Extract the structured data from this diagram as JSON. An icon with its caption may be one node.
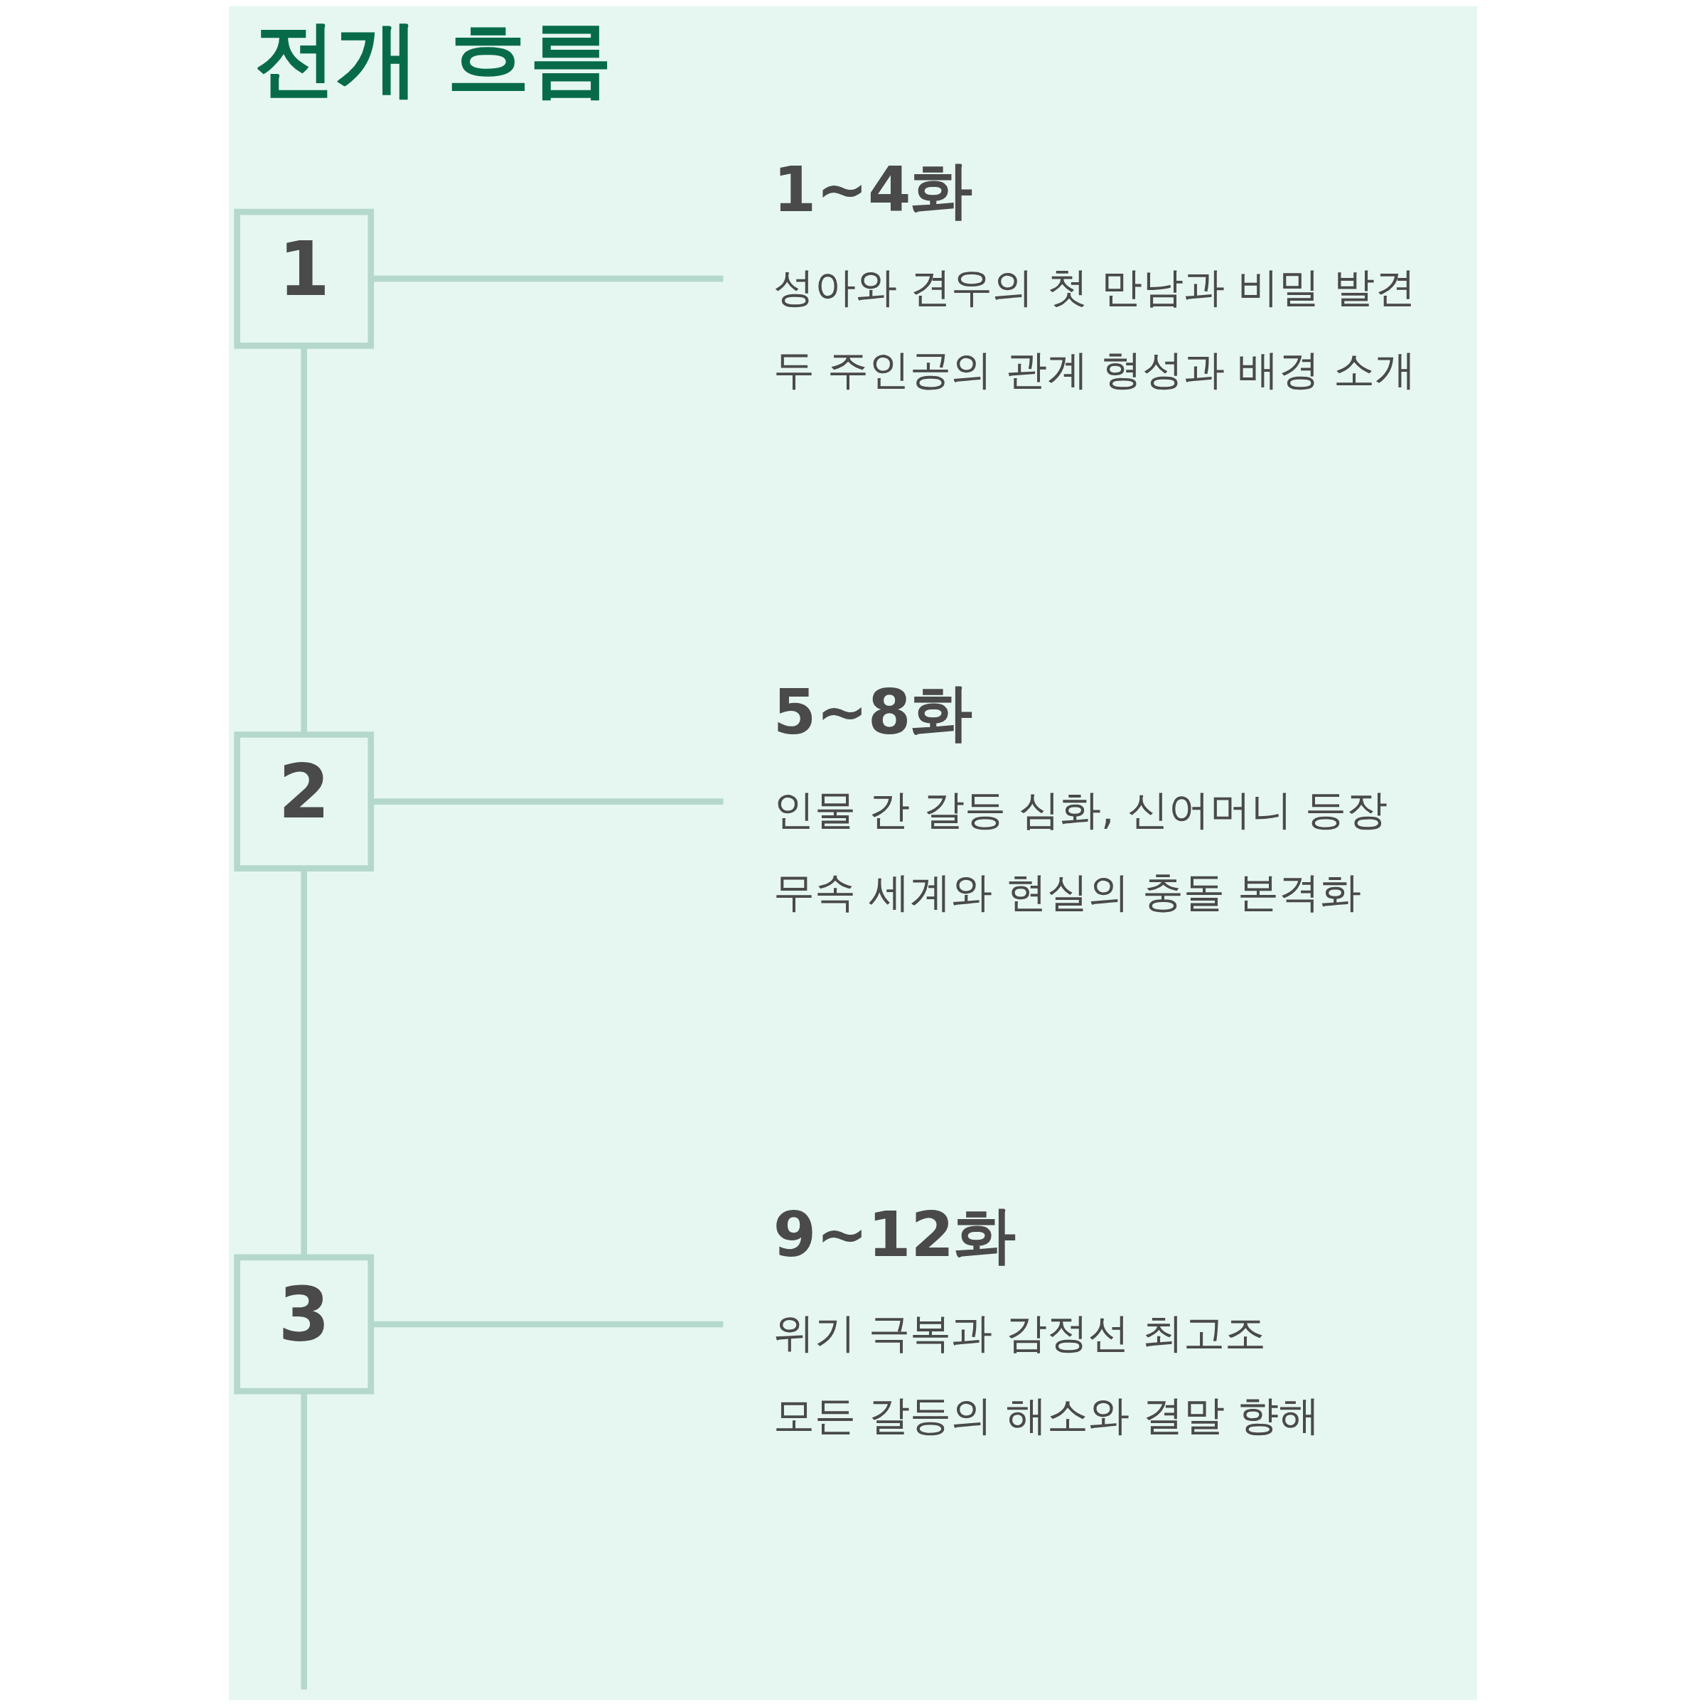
{
  "diagram": {
    "title": "전개 흐름",
    "nodes": [
      {
        "text": [
          "1"
        ]
      },
      {
        "text": [
          "1~4화",
          "성아와 견우의 첫 만남과 비밀 발견",
          "두 주인공의 관계 형성과 배경 소개"
        ]
      },
      {
        "text": [
          "2"
        ]
      },
      {
        "text": [
          "5~8화",
          "인물 간 갈등 심화, 신어머니 등장",
          "무속 세계와 현실의 충돌 본격화"
        ]
      },
      {
        "text": [
          "3"
        ]
      },
      {
        "text": [
          "9~12화",
          "위기 극복과 감정선 최고조",
          "모든 갈등의 해소와 결말 향해"
        ]
      }
    ],
    "edges": [
      {
        "from": 0,
        "to": 1,
        "arrow": "none"
      },
      {
        "from": 0,
        "to": 2,
        "arrow": "none"
      },
      {
        "from": 2,
        "to": 3,
        "arrow": "none"
      },
      {
        "from": 2,
        "to": 4,
        "arrow": "none"
      },
      {
        "from": 4,
        "to": 5,
        "arrow": "none"
      },
      {
        "from": 4,
        "to": null,
        "arrow": "none"
      }
    ]
  }
}
